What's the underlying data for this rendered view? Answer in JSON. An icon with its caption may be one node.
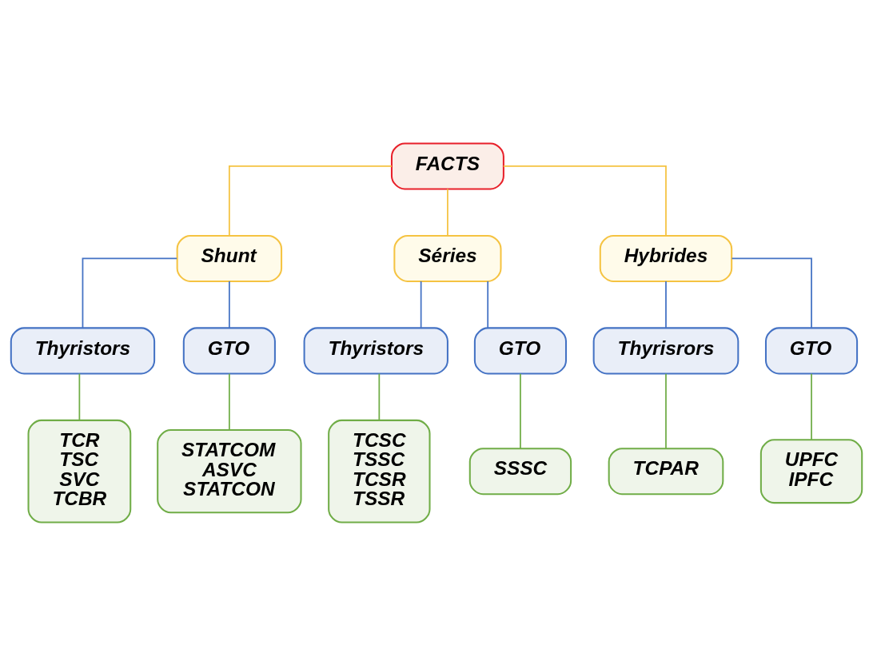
{
  "diagram": {
    "nodes": [
      {
        "text": [
          "FACTS"
        ]
      },
      {
        "text": [
          "Shunt"
        ]
      },
      {
        "text": [
          "Séries"
        ]
      },
      {
        "text": [
          "Hybrides"
        ]
      },
      {
        "text": [
          "Thyristors"
        ]
      },
      {
        "text": [
          "GTO"
        ]
      },
      {
        "text": [
          "Thyristors"
        ]
      },
      {
        "text": [
          "GTO"
        ]
      },
      {
        "text": [
          "Thyrisrors"
        ]
      },
      {
        "text": [
          "GTO"
        ]
      },
      {
        "text": [
          "TCR",
          "TSC",
          "SVC",
          "TCBR"
        ]
      },
      {
        "text": [
          "STATCOM",
          "ASVC",
          "STATCON"
        ]
      },
      {
        "text": [
          "TCSC",
          "TSSC",
          "TCSR",
          "TSSR"
        ]
      },
      {
        "text": [
          "SSSC"
        ]
      },
      {
        "text": [
          "TCPAR"
        ]
      },
      {
        "text": [
          "UPFC",
          "IPFC"
        ]
      }
    ],
    "edges": [
      {
        "from": 0,
        "to": 1,
        "arrow": "none",
        "color": "#f5c342"
      },
      {
        "from": 0,
        "to": 2,
        "arrow": "none",
        "color": "#f5c342"
      },
      {
        "from": 0,
        "to": 3,
        "arrow": "none",
        "color": "#f5c342"
      },
      {
        "from": 1,
        "to": 4,
        "arrow": "none",
        "color": "#4472c4"
      },
      {
        "from": 1,
        "to": 5,
        "arrow": "none",
        "color": "#4472c4"
      },
      {
        "from": 2,
        "to": 6,
        "arrow": "none",
        "color": "#4472c4"
      },
      {
        "from": 2,
        "to": 7,
        "arrow": "none",
        "color": "#4472c4"
      },
      {
        "from": 3,
        "to": 8,
        "arrow": "none",
        "color": "#4472c4"
      },
      {
        "from": 3,
        "to": 9,
        "arrow": "none",
        "color": "#4472c4"
      },
      {
        "from": 4,
        "to": 10,
        "arrow": "none",
        "color": "#70ad47"
      },
      {
        "from": 5,
        "to": 11,
        "arrow": "none",
        "color": "#70ad47"
      },
      {
        "from": 6,
        "to": 12,
        "arrow": "none",
        "color": "#70ad47"
      },
      {
        "from": 7,
        "to": 13,
        "arrow": "none",
        "color": "#70ad47"
      },
      {
        "from": 8,
        "to": 14,
        "arrow": "none",
        "color": "#70ad47"
      },
      {
        "from": 9,
        "to": 15,
        "arrow": "none",
        "color": "#70ad47"
      }
    ]
  }
}
